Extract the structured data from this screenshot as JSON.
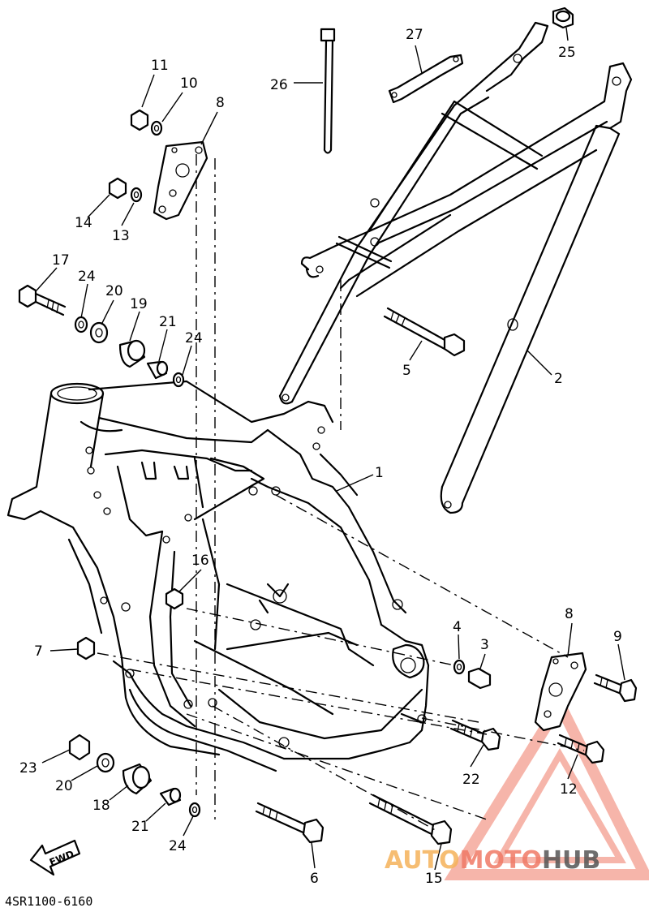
{
  "diagram": {
    "part_code": "4SR1100-6160",
    "fwd_label": "FWD",
    "callouts": {
      "c1": "1",
      "c2": "2",
      "c3": "3",
      "c4": "4",
      "c5": "5",
      "c6": "6",
      "c7": "7",
      "c8a": "8",
      "c8b": "8",
      "c9": "9",
      "c10": "10",
      "c11": "11",
      "c12": "12",
      "c13": "13",
      "c14": "14",
      "c15": "15",
      "c16": "16",
      "c17": "17",
      "c18": "18",
      "c19": "19",
      "c20a": "20",
      "c20b": "20",
      "c21a": "21",
      "c21b": "21",
      "c22": "22",
      "c23": "23",
      "c24a": "24",
      "c24b": "24",
      "c24c": "24",
      "c25": "25",
      "c26": "26",
      "c27": "27"
    }
  },
  "watermark": {
    "part1": "AUTO",
    "part2": "MOTO",
    "part3": "HUB",
    "color1": "#f5b25a",
    "color2": "#f07a66",
    "color3": "#555555"
  }
}
